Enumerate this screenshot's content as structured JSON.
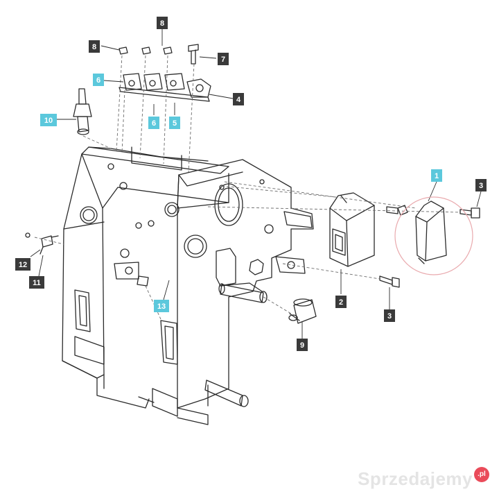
{
  "colors": {
    "line": "#2a2a2a",
    "dash": "#6a6a6a",
    "callout_dark": "#3a3a3a",
    "callout_cyan": "#5bc8dc",
    "callout_text_dark": "#ffffff",
    "callout_text_cyan": "#ffffff",
    "highlight_ring": "#e9a9ad",
    "watermark": "#e4e4e4",
    "watermark_badge": "#ea4b5a"
  },
  "callouts": [
    {
      "id": "c8-top",
      "label": "8",
      "style": "dark"
    },
    {
      "id": "c8-left",
      "label": "8",
      "style": "dark"
    },
    {
      "id": "c7",
      "label": "7",
      "style": "dark"
    },
    {
      "id": "c6-top",
      "label": "6",
      "style": "cyan"
    },
    {
      "id": "c4",
      "label": "4",
      "style": "dark"
    },
    {
      "id": "c10",
      "label": "10",
      "style": "cyan"
    },
    {
      "id": "c6-mid",
      "label": "6",
      "style": "cyan"
    },
    {
      "id": "c5",
      "label": "5",
      "style": "cyan"
    },
    {
      "id": "c1",
      "label": "1",
      "style": "cyan"
    },
    {
      "id": "c3-right",
      "label": "3",
      "style": "dark"
    },
    {
      "id": "c12",
      "label": "12",
      "style": "dark"
    },
    {
      "id": "c11",
      "label": "11",
      "style": "dark"
    },
    {
      "id": "c13",
      "label": "13",
      "style": "cyan"
    },
    {
      "id": "c2",
      "label": "2",
      "style": "dark"
    },
    {
      "id": "c3-bottom",
      "label": "3",
      "style": "dark"
    },
    {
      "id": "c9",
      "label": "9",
      "style": "dark"
    }
  ],
  "watermark": {
    "text": "Sprzedajemy",
    "badge": ".pl"
  }
}
